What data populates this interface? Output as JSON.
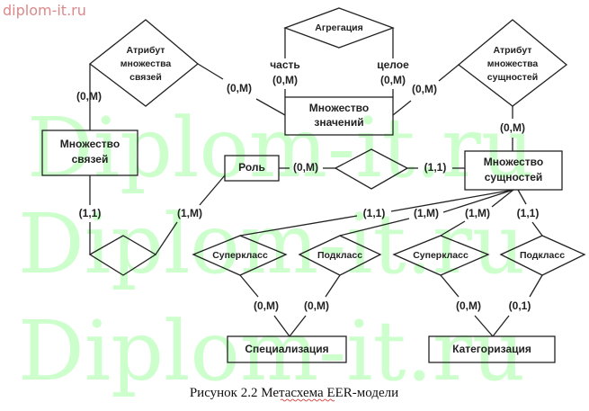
{
  "watermark": {
    "corner": "diplom-it.ru",
    "background": "Diplom-it.ru"
  },
  "entities": {
    "relationship_set": [
      "Множество",
      "связей"
    ],
    "value_set": [
      "Множество",
      "значений"
    ],
    "entity_set": [
      "Множество",
      "сущностей"
    ],
    "role": "Роль",
    "specialization": "Специализация",
    "categorization": "Категоризация"
  },
  "relationships": {
    "rel_set_attribute": [
      "Атрибут",
      "множества",
      "связей"
    ],
    "aggregation": "Агрегация",
    "entity_set_attribute": [
      "Атрибут",
      "множества",
      "сущностей"
    ],
    "superclass_1": "Суперкласс",
    "subclass_1": "Подкласс",
    "superclass_2": "Суперкласс",
    "subclass_2": "Подкласс"
  },
  "roles": {
    "part": "часть",
    "whole": "целое"
  },
  "cardinalities": {
    "rel_attr_to_rel_set": "(0,M)",
    "rel_attr_to_value_set": "(0,M)",
    "aggr_part": "(0,M)",
    "aggr_whole": "(0,M)",
    "ent_attr_to_value_set": "(0,M)",
    "ent_attr_to_entity_set": "(0,M)",
    "role_to_rel": "(0,M)",
    "entity_to_rel": "(1,1)",
    "rel_set_to_lower": "(1,1)",
    "role_to_lower": "(1,M)",
    "entity_to_super1": "(1,1)",
    "entity_to_sub1": "(1,M)",
    "entity_to_super2": "(1,M)",
    "entity_to_sub2": "(1,1)",
    "super1_to_spec": "(0,M)",
    "sub1_to_spec": "(0,M)",
    "super2_to_cat": "(0,M)",
    "sub2_to_cat": "(0,1)"
  },
  "caption": "Рисунок 2.2 Метасхема EER-модели"
}
